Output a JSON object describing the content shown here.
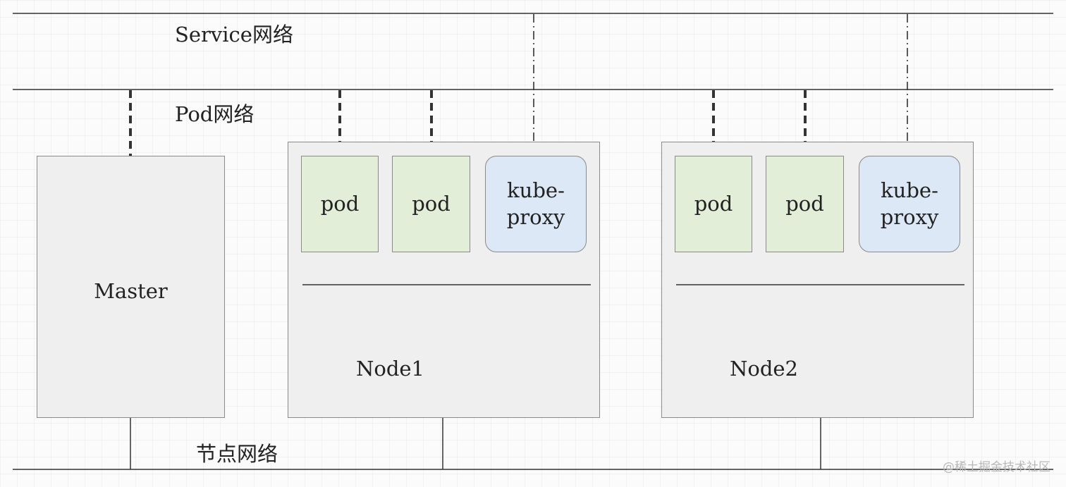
{
  "networks": {
    "service": "Service网络",
    "pod": "Pod网络",
    "node": "节点网络"
  },
  "master": {
    "label": "Master"
  },
  "nodes": [
    {
      "label": "Node1",
      "pods": [
        "pod",
        "pod"
      ],
      "proxy": [
        "kube-",
        "proxy"
      ]
    },
    {
      "label": "Node2",
      "pods": [
        "pod",
        "pod"
      ],
      "proxy": [
        "kube-",
        "proxy"
      ]
    }
  ],
  "watermark": "@稀土掘金技术社区"
}
